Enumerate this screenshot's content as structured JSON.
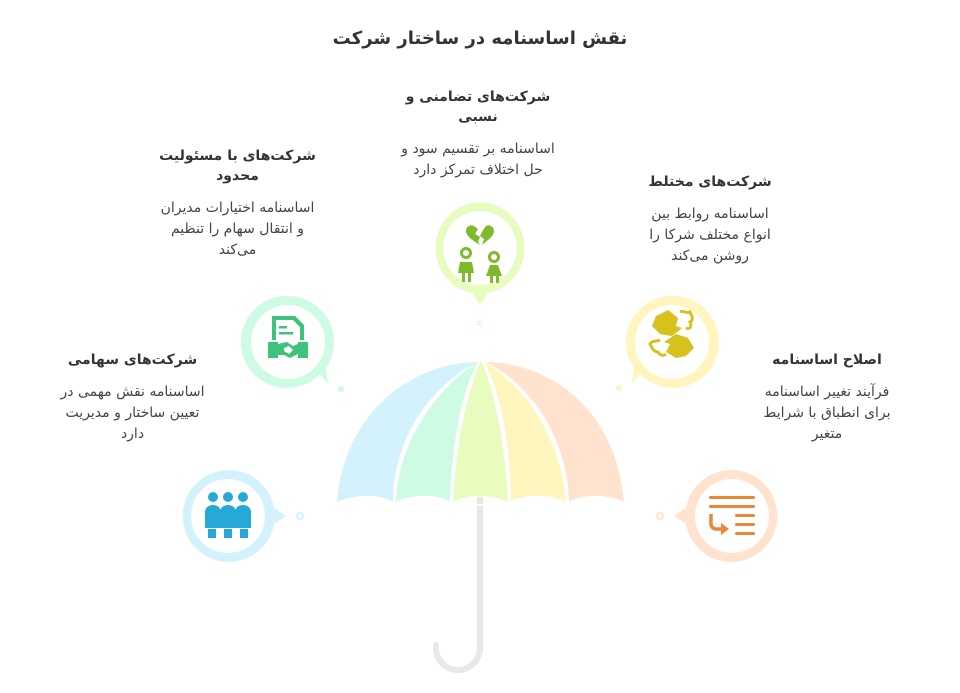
{
  "title": "نقش اساسنامه در ساختار شرکت",
  "colors": {
    "blue": "#27a9d8",
    "blue_light": "#d3f2fd",
    "green": "#3cc47d",
    "green_light": "#cdfbe4",
    "lime": "#7fba2c",
    "lime_light": "#e9fcc0",
    "yellow": "#d6c11d",
    "yellow_light": "#fff6bf",
    "orange": "#e9873a",
    "orange_light": "#ffe3cf",
    "handle": "#e8e8e8"
  },
  "items": [
    {
      "id": "joint-stock",
      "heading": "شرکت‌های سهامی",
      "description_lines": [
        "اساسنامه نقش مهمی در",
        "تعیین ساختار و مدیریت",
        "دارد"
      ],
      "icon": "people-table-icon"
    },
    {
      "id": "limited-liability",
      "heading_lines": [
        "شرکت‌های با مسئولیت",
        "محدود"
      ],
      "description_lines": [
        "اساسنامه اختیارات مدیران",
        "و انتقال سهام را تنظیم",
        "می‌کند"
      ],
      "icon": "contract-handshake-icon"
    },
    {
      "id": "partnership",
      "heading_lines": [
        "شرکت‌های تضامنی و",
        "نسبی"
      ],
      "description_lines": [
        "اساسنامه بر تقسیم سود و",
        "حل اختلاف تمرکز دارد"
      ],
      "icon": "broken-heart-people-icon"
    },
    {
      "id": "mixed",
      "heading": "شرکت‌های مختلط",
      "description_lines": [
        "اساسنامه روابط بین",
        "انواع مختلف شرکا را",
        "روشن می‌کند"
      ],
      "icon": "puzzle-pieces-icon"
    },
    {
      "id": "amendment",
      "heading": "اصلاح اساسنامه",
      "description_lines": [
        "فرآیند تغییر اساسنامه",
        "برای انطباق با شرایط",
        "متغیر"
      ],
      "icon": "list-edit-icon"
    }
  ]
}
